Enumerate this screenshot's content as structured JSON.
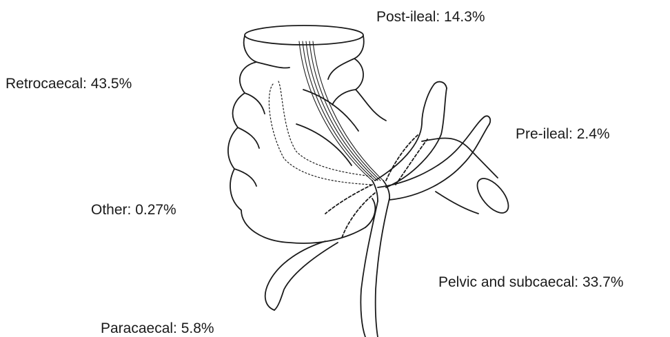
{
  "diagram": {
    "labels": {
      "post_ileal": "Post-ileal: 14.3%",
      "retrocaecal": "Retrocaecal: 43.5%",
      "pre_ileal": "Pre-ileal: 2.4%",
      "other": "Other: 0.27%",
      "pelvic_subcaecal": "Pelvic and subcaecal: 33.7%",
      "paracaecal": "Paracaecal: 5.8%"
    },
    "percentages": {
      "post_ileal": 14.3,
      "retrocaecal": 43.5,
      "pre_ileal": 2.4,
      "other": 0.27,
      "pelvic_subcaecal": 33.7,
      "paracaecal": 5.8
    },
    "colors": {
      "line": "#1a1a1a",
      "background": "#ffffff"
    }
  }
}
